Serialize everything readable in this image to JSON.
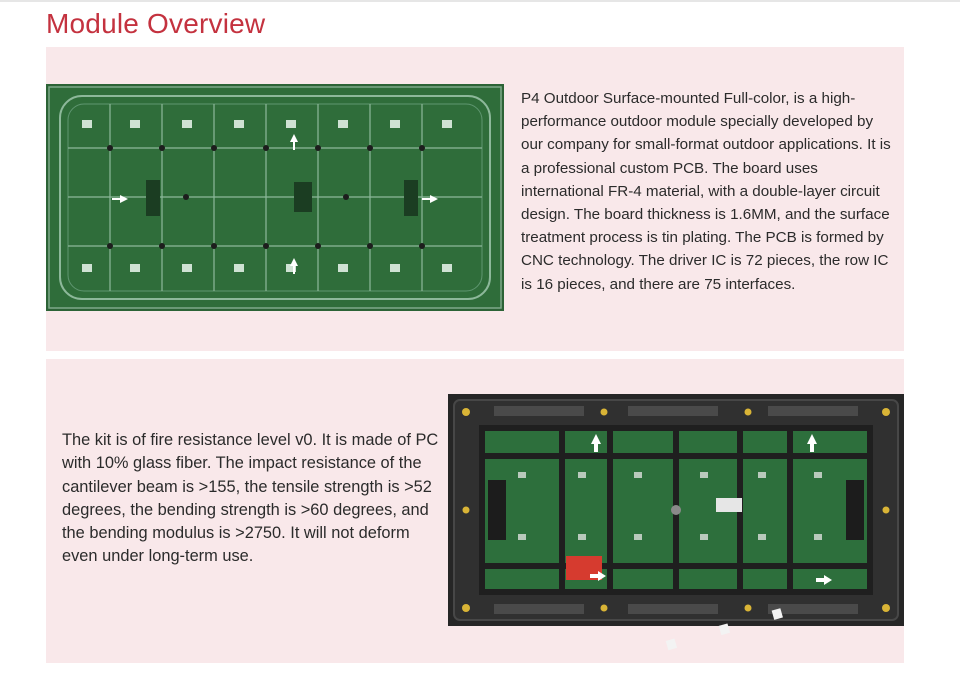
{
  "page": {
    "title": "Module Overview"
  },
  "sections": [
    {
      "text": "P4 Outdoor Surface-mounted Full-color, is a high-performance outdoor module specially developed by our company for small-format outdoor applications. It is a professional custom PCB. The board uses international FR-4 material, with a double-layer circuit design. The board thickness is 1.6MM, and the surface treatment process is tin plating. The PCB is formed by CNC technology. The driver IC is 72 pieces, the row IC is 16 pieces, and there are 75 interfaces.",
      "image": "pcb-board-photo"
    },
    {
      "text": "The kit is of fire resistance level v0. It is made of PC with 10% glass fiber. The impact resistance of the cantilever beam is >155, the tensile strength is >52 degrees, the bending strength is >60 degrees, and the bending modulus is >2750. It will not deform even under long-term use.",
      "image": "module-kit-back-photo"
    }
  ],
  "colors": {
    "title": "#c4323f",
    "card_background": "#f9e8ea",
    "pcb_green": "#2e6b3a",
    "kit_black": "#2a2a2a"
  }
}
